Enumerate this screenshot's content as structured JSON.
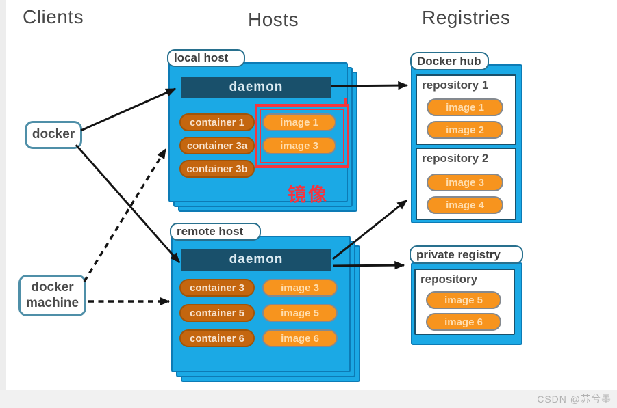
{
  "headers": {
    "clients": "Clients",
    "hosts": "Hosts",
    "registries": "Registries"
  },
  "clients": {
    "docker": "docker",
    "docker_machine": "docker machine"
  },
  "local_host": {
    "tab": "local host",
    "daemon": "daemon",
    "containers": [
      "container 1",
      "container 3a",
      "container 3b"
    ],
    "images": [
      "image 1",
      "image 3"
    ],
    "annotation": "镜像"
  },
  "remote_host": {
    "tab": "remote host",
    "daemon": "daemon",
    "containers": [
      "container 3",
      "container 5",
      "container 6"
    ],
    "images": [
      "image 3",
      "image 5",
      "image 6"
    ]
  },
  "registries": {
    "docker_hub": {
      "tab": "Docker hub",
      "repos": [
        {
          "label": "repository 1",
          "images": [
            "image 1",
            "image 2"
          ]
        },
        {
          "label": "repository 2",
          "images": [
            "image 3",
            "image 4"
          ]
        }
      ]
    },
    "private_registry": {
      "tab": "private registry",
      "repo": {
        "label": "repository",
        "images": [
          "image 5",
          "image 6"
        ]
      }
    }
  },
  "watermark": "CSDN @苏兮墨",
  "colors": {
    "panel_blue": "#1BA9E5",
    "panel_border": "#0D7BB5",
    "daemon_teal": "#19506B",
    "container_orange": "#C4660F",
    "image_orange": "#F7941E",
    "highlight_red": "#F4363F",
    "text_dark": "#4A4A4A"
  }
}
